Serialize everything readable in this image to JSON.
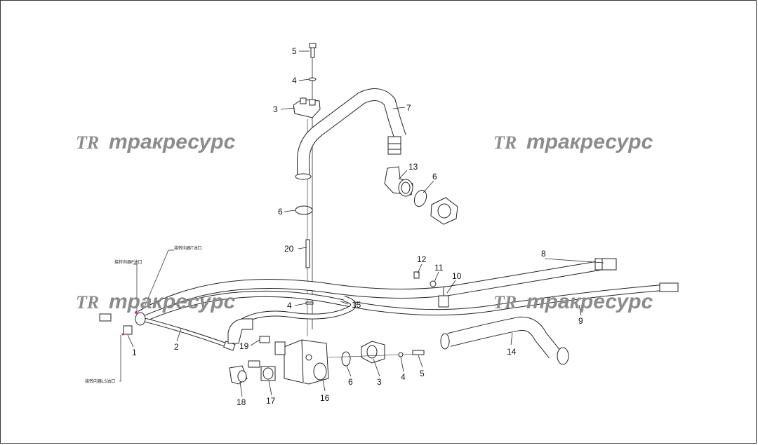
{
  "watermark": {
    "logo": "TR",
    "text": "тракресурс",
    "color": "#8c8c8c"
  },
  "notes": {
    "p_port": "接转向器P油口",
    "t_port": "接转向器T油口",
    "ls_port": "接转向器LS油口"
  },
  "labels": {
    "c1": "1",
    "c2": "2",
    "c3a": "3",
    "c3b": "3",
    "c4a": "4",
    "c4b": "4",
    "c4c": "4",
    "c5a": "5",
    "c5b": "5",
    "c6a": "6",
    "c6b": "6",
    "c6c": "6",
    "c7": "7",
    "c8": "8",
    "c9": "9",
    "c10": "10",
    "c11": "11",
    "c12": "12",
    "c13": "13",
    "c14": "14",
    "c15": "15",
    "c16": "16",
    "c17": "17",
    "c18": "18",
    "c19": "19",
    "c20": "20"
  },
  "colors": {
    "line": "#222222",
    "background": "#ffffff",
    "marker": "#c03080"
  }
}
